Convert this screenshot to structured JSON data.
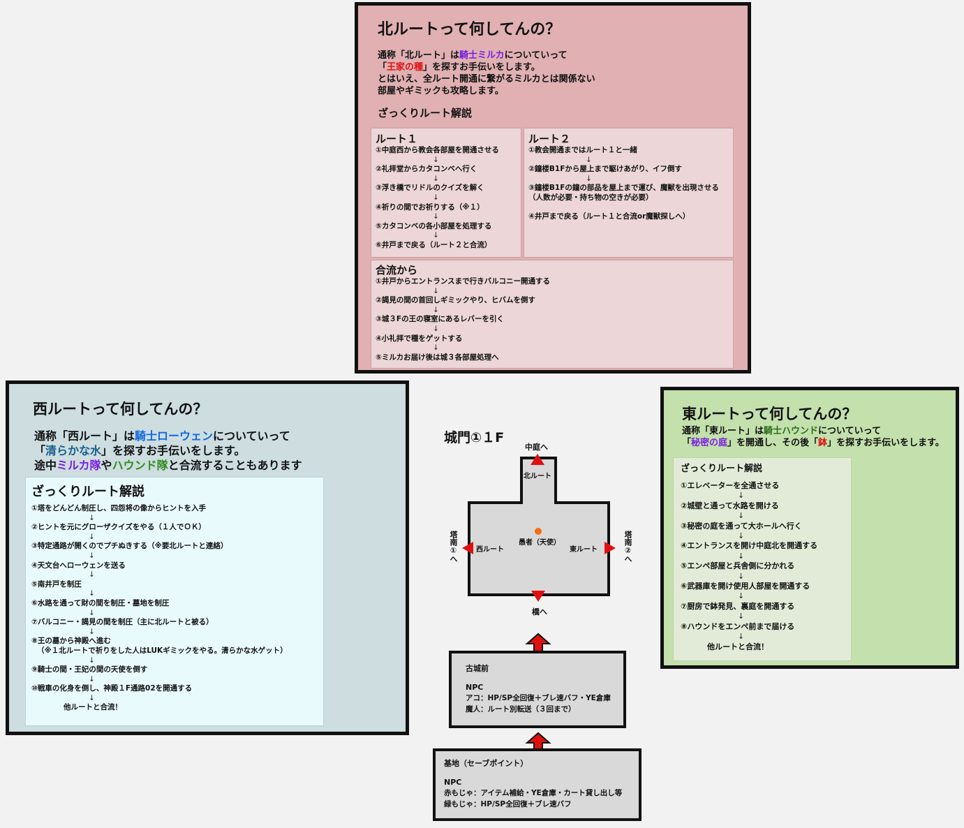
{
  "north": {
    "title": "北ルートって何してんの？",
    "intro1_a": "通称「北ルート」は",
    "intro1_knight": "騎士ミルカ",
    "intro1_b": "についていって",
    "intro2_a": "「",
    "intro2_seed": "王家の種",
    "intro2_b": "」を探すお手伝いをします。",
    "intro3": "とはいえ、全ルート開通に繋がるミルカとは関係ない",
    "intro4": "部屋やギミックも攻略します。",
    "subhead": "ざっくりルート解説",
    "route1": {
      "title": "ルート１",
      "steps": [
        "①中庭西から教会各部屋を開通させる",
        "②礼拝堂からカタコンベへ行く",
        "③浮き橋でリドルのクイズを解く",
        "④祈りの間でお祈りする（※１）",
        "⑤カタコンベの各小部屋を処理する",
        "⑥井戸まで戻る（ルート２と合流）"
      ]
    },
    "route2": {
      "title": "ルート２",
      "step1": "①教会開通まではルート１と一緒",
      "step2": "②鐘楼B1Fから屋上まで駆けあがり、イフ倒す",
      "step3": "③鐘楼B1Fの鐘の部品を屋上まで運び、魔獣を出現させる",
      "step3b": "（人数が必要・持ち物の空きが必要）",
      "step4": "④井戸まで戻る（ルート１と合流or魔獣探しへ）"
    },
    "merge": {
      "title": "合流から",
      "steps": [
        "①井戸からエントランスまで行きバルコニー開通する",
        "②謁見の間の首回しギミックやり、ヒバムを倒す",
        "③城３Fの王の寝室にあるレバーを引く",
        "④小礼拝で種をゲットする",
        "⑤ミルカお届け後は城３各部屋処理へ"
      ]
    }
  },
  "west": {
    "title": "西ルートって何してんの？",
    "intro1_a": "通称「西ルート」は",
    "intro1_knight": "騎士ローウェン",
    "intro1_b": "についていって",
    "intro2_a": "「",
    "intro2_water": "清らかな水",
    "intro2_b": "」を探すお手伝いをします。",
    "intro3_a": "途中",
    "intro3_milka": "ミルカ隊",
    "intro3_b": "や",
    "intro3_hound": "ハウンド隊",
    "intro3_c": "と合流することもあります",
    "subhead": "ざっくりルート解説",
    "steps": [
      "①塔をどんどん制圧し、四怨将の像からヒントを入手",
      "②ヒントを元にグローザクイズをやる（１人でＯＫ）",
      "③特定通路が開くのでプチぬきする（※要北ルートと連絡）",
      "④天文台へローウェンを送る",
      "⑤南井戸を制圧",
      "⑥水路を通って財の間を制圧・墓地を制圧",
      "⑦バルコニー・謁見の間を制圧（主に北ルートと被る）",
      "⑧王の墓から神殿へ進む",
      "⑨騎士の間・王妃の間の天使を倒す",
      "⑩戦車の化身を倒し、神殿１F通路02を開通する"
    ],
    "step8_note": "（※１北ルートで祈りをした人はLUKギミックをやる。清らかな水ゲット）",
    "end": "他ルートと合流！"
  },
  "east": {
    "title": "東ルートって何してんの？",
    "intro1_a": "通称「東ルート」は",
    "intro1_knight": "騎士ハウンド",
    "intro1_b": "についていって",
    "intro2_a": "「",
    "intro2_garden": "秘密の庭",
    "intro2_b": "」を開通し、その後「",
    "intro2_bowl": "鉢",
    "intro2_c": "」を探すお手伝いをします。",
    "subhead": "ざっくりルート解説",
    "steps": [
      "①エレベーターを全通させる",
      "②城壁と通って水路を開ける",
      "③秘密の庭を通って大ホールへ行く",
      "④エントランスを開け中庭北を開通する",
      "⑤エンペ部屋と兵舎側に分かれる",
      "⑥武器庫を開け使用人部屋を開通する",
      "⑦厨房で鉢発見、裏庭を開通する",
      "⑧ハウンドをエンペ前まで届ける"
    ],
    "end": "他ルートと合流！"
  },
  "map": {
    "title": "城門①１F",
    "north_exit": "中庭へ",
    "north_route": "北ルート",
    "center": "愚者（天使）",
    "west_route": "西ルート",
    "east_route": "東ルート",
    "west_exit": "塔南①へ",
    "east_exit": "塔南②へ",
    "south_exit": "橋へ",
    "old_castle": {
      "title": "古城前",
      "npc": "NPC",
      "line1": "アコ：HP/SP全回復＋ブレ速バフ・YE倉庫",
      "line2": "魔人：ルート別転送（３回まで）"
    },
    "base": {
      "title": "基地（セーブポイント）",
      "npc": "NPC",
      "line1": "赤もじゃ：アイテム補給・YE倉庫・カート貸し出し等",
      "line2": "緑もじゃ：HP/SP全回復＋ブレ速バフ"
    }
  },
  "colors": {
    "north_bg": "#e0b0b2",
    "north_inner": "#ecd6d7",
    "west_bg": "#cddde0",
    "west_inner": "#e9fafc",
    "east_bg": "#c3e0ad",
    "east_inner": "#e2ebd7",
    "accent_red": "#e01010",
    "marker": "#f07010"
  }
}
